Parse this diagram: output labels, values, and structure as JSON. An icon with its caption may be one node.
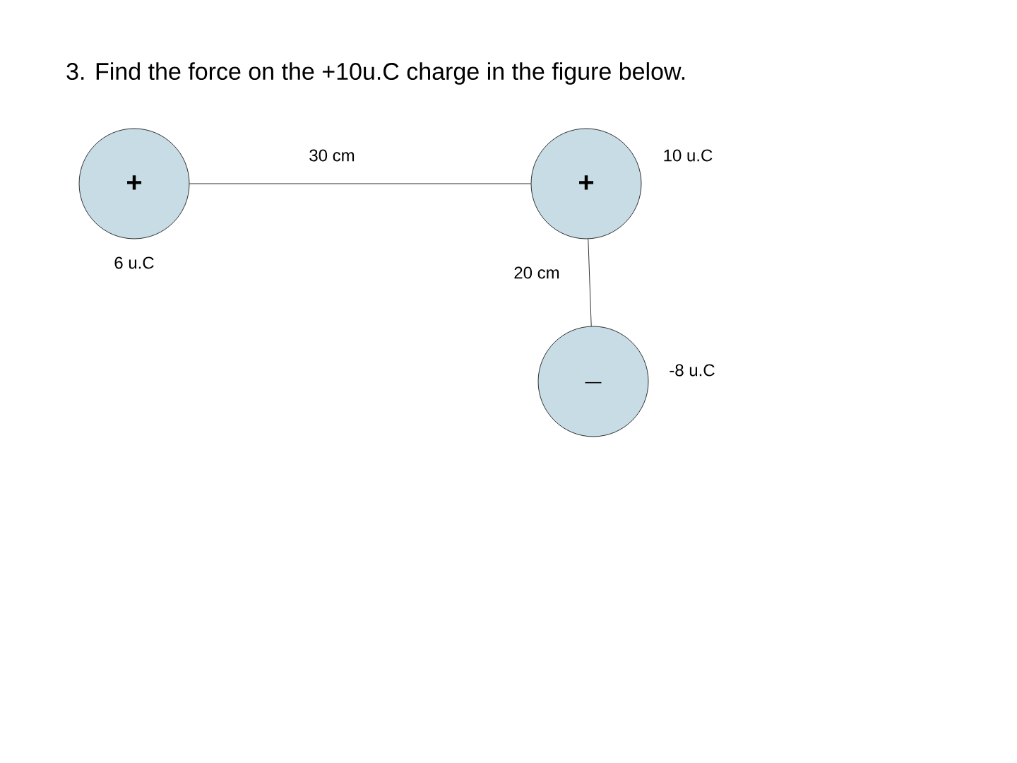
{
  "diagram": {
    "title": "3. Find the force on the +10u.C charge in the figure below.",
    "nodes": [
      {
        "text": [
          "+"
        ],
        "beside": [
          "6 u.C"
        ]
      },
      {
        "text": [
          "+"
        ],
        "beside": [
          "10 u.C"
        ]
      },
      {
        "text": [
          "_"
        ],
        "beside": [
          "-8 u.C"
        ]
      }
    ],
    "edges": [
      {
        "from": 0,
        "to": 1,
        "arrow": "none",
        "label": "30 cm"
      },
      {
        "from": 1,
        "to": 2,
        "arrow": "none",
        "label": "20 cm"
      }
    ]
  }
}
